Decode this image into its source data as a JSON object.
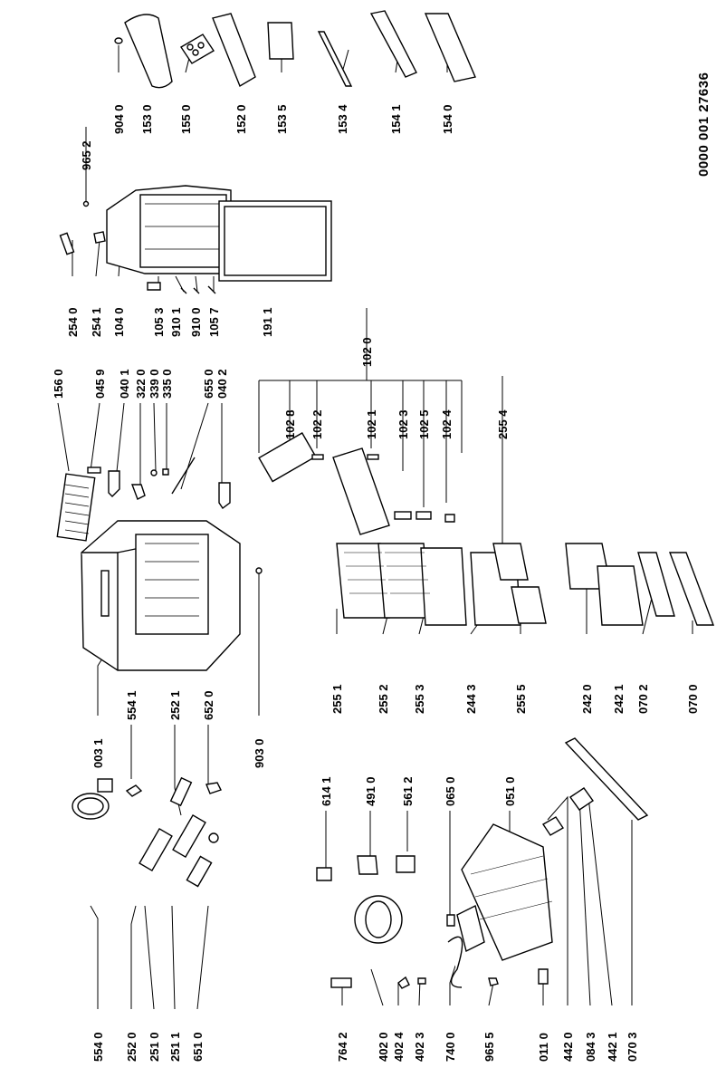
{
  "document": {
    "number": "0000 001 27636"
  },
  "colors": {
    "line": "#000000",
    "fill": "#ffffff",
    "shade": "#cfcfcf"
  },
  "labels": {
    "p5540": "554 0",
    "p2520": "252 0",
    "p2510": "251 0",
    "p2511": "251 1",
    "p6510": "651 0",
    "p5541": "554 1",
    "p2521": "252 1",
    "p6520": "652 0",
    "p0031": "003 1",
    "p9030": "903 0",
    "p1560": "156 0",
    "p0459": "045 9",
    "p0401": "040 1",
    "p3220": "322 0",
    "p3390": "339 0",
    "p3350": "335 0",
    "p6550": "655 0",
    "p0402": "040 2",
    "p2540": "254 0",
    "p2541": "254 1",
    "p1040": "104 0",
    "p1053": "105 3",
    "p9101": "910 1",
    "p9100": "910 0",
    "p1057": "105 7",
    "p1911": "191 1",
    "p9652": "965 2",
    "p9040": "904 0",
    "p1530": "153 0",
    "p1550": "155 0",
    "p1520": "152 0",
    "p1535": "153 5",
    "p1534": "153 4",
    "p1541": "154 1",
    "p1540": "154 0",
    "p1020": "102 0",
    "p1028": "102 8",
    "p1022": "102 2",
    "p1021": "102 1",
    "p1023": "102 3",
    "p1025": "102 5",
    "p1024": "102 4",
    "p2554": "255 4",
    "p2551": "255 1",
    "p2552": "255 2",
    "p2553": "255 3",
    "p2443": "244 3",
    "p2555": "255 5",
    "p2420": "242 0",
    "p2421": "242 1",
    "p0702": "070 2",
    "p0700": "070 0",
    "p7642": "764 2",
    "p4020": "402 0",
    "p4024": "402 4",
    "p4023": "402 3",
    "p7400": "740 0",
    "p9655": "965 5",
    "p0110": "011 0",
    "p4420": "442 0",
    "p0843": "084 3",
    "p4421": "442 1",
    "p0703": "070 3",
    "p6141": "614 1",
    "p4910": "491 0",
    "p5612": "561 2",
    "p0650": "065 0",
    "p0510": "051 0"
  }
}
